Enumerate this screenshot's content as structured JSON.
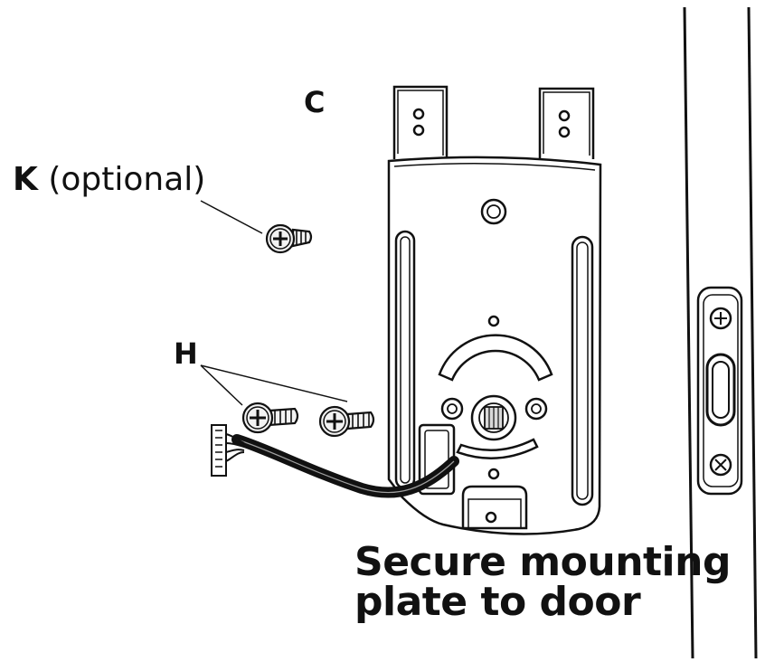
{
  "labels": {
    "c": "C",
    "k_letter": "K",
    "k_note": "(optional)",
    "h": "H"
  },
  "caption": {
    "line1": "Secure mounting",
    "line2": "plate to door"
  },
  "colors": {
    "ink": "#111111",
    "background": "#ffffff",
    "plate_fill": "#ffffff",
    "plate_shade": "#d9d9d9",
    "screw_fill": "#f2f2f2",
    "cable": "#111111"
  }
}
